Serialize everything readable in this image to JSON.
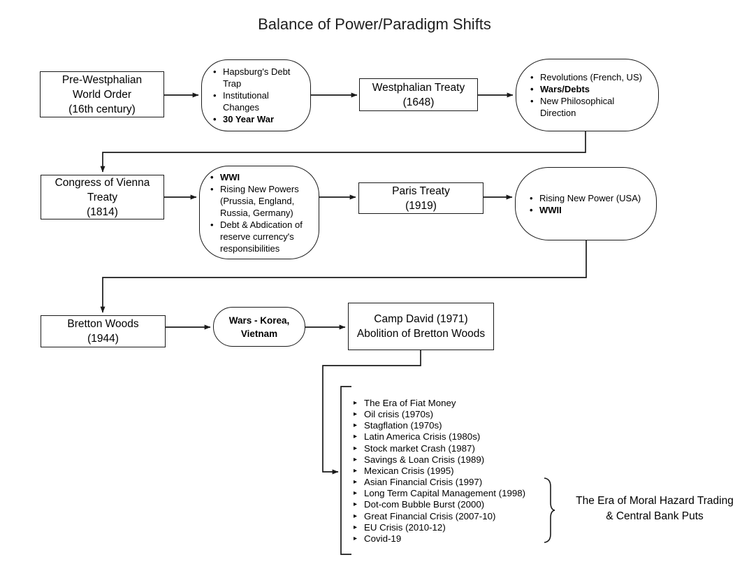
{
  "title": "Balance of Power/Paradigm Shifts",
  "colors": {
    "line": "#1a1a1a",
    "text": "#000000",
    "background": "#ffffff"
  },
  "flow": {
    "pre_westphalian": {
      "label": "Pre-Westphalian\nWorld Order\n(16th century)"
    },
    "hapsburg": {
      "bullets": [
        {
          "text": "Hapsburg's Debt Trap",
          "bold": false
        },
        {
          "text": "Institutional Changes",
          "bold": false
        },
        {
          "text": "30 Year War",
          "bold": true
        }
      ]
    },
    "westphalian_treaty": {
      "label": "Westphalian Treaty\n(1648)"
    },
    "revolutions": {
      "bullets": [
        {
          "text": "Revolutions (French, US)",
          "bold": false
        },
        {
          "text": "Wars/Debts",
          "bold": true
        },
        {
          "text": "New Philosophical Direction",
          "bold": false
        }
      ]
    },
    "congress_vienna": {
      "label": "Congress of Vienna\nTreaty\n(1814)"
    },
    "wwi": {
      "bullets": [
        {
          "text": "WWI",
          "bold": true
        },
        {
          "text": "Rising New Powers (Prussia, England, Russia, Germany)",
          "bold": false
        },
        {
          "text": "Debt & Abdication of reserve currency's responsibilities",
          "bold": false
        }
      ]
    },
    "paris_treaty": {
      "label": "Paris Treaty\n(1919)"
    },
    "rising_usa": {
      "bullets": [
        {
          "text": "Rising New Power (USA)",
          "bold": false
        },
        {
          "text": "WWII",
          "bold": true
        }
      ]
    },
    "bretton_woods": {
      "label": "Bretton Woods\n(1944)"
    },
    "wars_korea": {
      "label": "Wars - Korea,\nVietnam"
    },
    "camp_david": {
      "label": "Camp David (1971)\nAbolition of Bretton Woods"
    }
  },
  "era_list": {
    "items": [
      "The Era of Fiat Money",
      "Oil crisis (1970s)",
      "Stagflation (1970s)",
      "Latin America Crisis (1980s)",
      "Stock market Crash (1987)",
      "Savings & Loan Crisis (1989)",
      "Mexican Crisis (1995)",
      "Asian Financial Crisis (1997)",
      "Long Term Capital Management (1998)",
      "Dot-com Bubble Burst (2000)",
      "Great Financial Crisis (2007-10)",
      "EU Crisis (2010-12)",
      "Covid-19"
    ]
  },
  "brace": {
    "label": "The Era of Moral Hazard Trading\n& Central Bank Puts"
  }
}
